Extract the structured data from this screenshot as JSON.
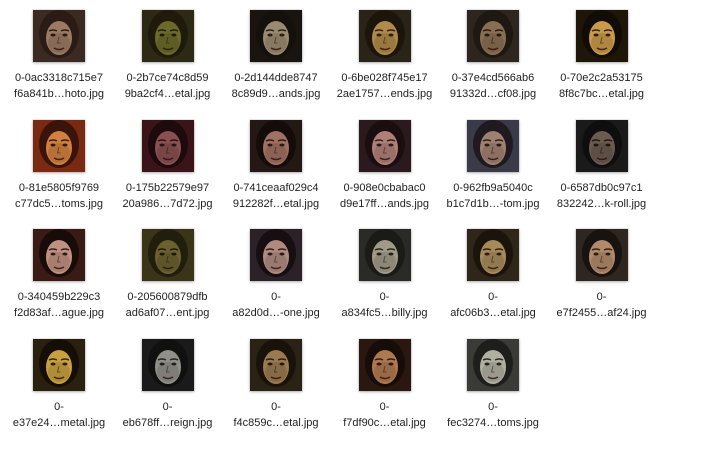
{
  "files": [
    {
      "line1": "0-0ac3318c715e7",
      "line2": "f6a841b…hoto.jpg",
      "bg": "#3a2a22",
      "skin": "#9a7a62",
      "hair": "#2a1c14"
    },
    {
      "line1": "0-2b7ce74c8d59",
      "line2": "9ba2cf4…etal.jpg",
      "bg": "#2c2a14",
      "skin": "#6b6a2a",
      "hair": "#1e1a0c"
    },
    {
      "line1": "0-2d144dde8747",
      "line2": "8c89d9…ands.jpg",
      "bg": "#1a1410",
      "skin": "#9a8a70",
      "hair": "#14100c"
    },
    {
      "line1": "0-6be028f745e17",
      "line2": "2ae1757…ends.jpg",
      "bg": "#2a2418",
      "skin": "#b08a4a",
      "hair": "#1c150c"
    },
    {
      "line1": "0-37e4cd566ab6",
      "line2": "91332d…cf08.jpg",
      "bg": "#2e261e",
      "skin": "#8a6e52",
      "hair": "#1e1812"
    },
    {
      "line1": "0-70e2c2a53175",
      "line2": "8f8c7bc…etal.jpg",
      "bg": "#1e1608",
      "skin": "#c89a4a",
      "hair": "#120c06"
    },
    {
      "line1": "0-81e5805f9769",
      "line2": "c77dc5…toms.jpg",
      "bg": "#7a2a10",
      "skin": "#d08040",
      "hair": "#3a140a"
    },
    {
      "line1": "0-175b22579e97",
      "line2": "20a986…7d72.jpg",
      "bg": "#3a1418",
      "skin": "#8a5050",
      "hair": "#1c0a0c"
    },
    {
      "line1": "0-741ceaaf029c4",
      "line2": "912282f…etal.jpg",
      "bg": "#241814",
      "skin": "#a07060",
      "hair": "#140c0a"
    },
    {
      "line1": "0-908e0cbabac0",
      "line2": "d9e17ff…ands.jpg",
      "bg": "#2a1a1e",
      "skin": "#b08078",
      "hair": "#1a0e10"
    },
    {
      "line1": "0-962fb9a5040c",
      "line2": "b1c7d1b…-tom.jpg",
      "bg": "#3a3a48",
      "skin": "#a08070",
      "hair": "#1e1a20"
    },
    {
      "line1": "0-6587db0c97c1",
      "line2": "832242…k-roll.jpg",
      "bg": "#1a1a1a",
      "skin": "#6a5a50",
      "hair": "#0e0e0e"
    },
    {
      "line1": "0-340459b229c3",
      "line2": "f2d83af…ague.jpg",
      "bg": "#3a1a14",
      "skin": "#c09080",
      "hair": "#180c08"
    },
    {
      "line1": "0-205600879dfb",
      "line2": "ad6af07…ent.jpg",
      "bg": "#3a3418",
      "skin": "#6a6030",
      "hair": "#221e0e"
    },
    {
      "line1": "0-",
      "line2": "a82d0d…-one.jpg",
      "bg": "#2a2226",
      "skin": "#b08a80",
      "hair": "#160e10"
    },
    {
      "line1": "0-",
      "line2": "a834fc5…billy.jpg",
      "bg": "#2a2a26",
      "skin": "#a09a88",
      "hair": "#1a1a16"
    },
    {
      "line1": "0-",
      "line2": "afc06b3…etal.jpg",
      "bg": "#2e2618",
      "skin": "#a88a5a",
      "hair": "#1a140c"
    },
    {
      "line1": "0-",
      "line2": "e7f2455…af24.jpg",
      "bg": "#2e2620",
      "skin": "#b08a6a",
      "hair": "#181210"
    },
    {
      "line1": "0-",
      "line2": "e37e24…metal.jpg",
      "bg": "#2a2010",
      "skin": "#c8a040",
      "hair": "#140e06"
    },
    {
      "line1": "0-",
      "line2": "eb678ff…reign.jpg",
      "bg": "#1a1a1a",
      "skin": "#909088",
      "hair": "#101010"
    },
    {
      "line1": "0-",
      "line2": "f4c859c…etal.jpg",
      "bg": "#2a2214",
      "skin": "#9a7a50",
      "hair": "#18120a"
    },
    {
      "line1": "0-",
      "line2": "f7df90c…etal.jpg",
      "bg": "#2a1810",
      "skin": "#b07850",
      "hair": "#160c08"
    },
    {
      "line1": "0-",
      "line2": "fec3274…toms.jpg",
      "bg": "#3a3a36",
      "skin": "#b0b0a0",
      "hair": "#1e1e1c"
    }
  ]
}
